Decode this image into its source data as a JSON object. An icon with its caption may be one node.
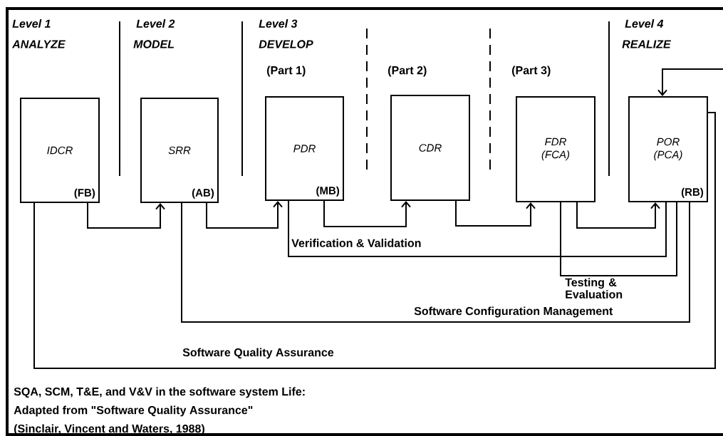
{
  "diagram": {
    "nodes": [
      {
        "text": [
          "IDCR",
          "(FB)"
        ]
      },
      {
        "text": [
          "SRR",
          "(AB)"
        ]
      },
      {
        "text": [
          "PDR",
          "(MB)"
        ]
      },
      {
        "text": [
          "CDR"
        ]
      },
      {
        "text": [
          "FDR (FCA)"
        ]
      },
      {
        "text": [
          "POR (PCA)",
          "(RB)"
        ]
      }
    ],
    "edges": [
      {
        "from": 0,
        "to": 1,
        "arrow": "to"
      },
      {
        "from": 1,
        "to": 2,
        "arrow": "to"
      },
      {
        "from": 2,
        "to": 3,
        "arrow": "to"
      },
      {
        "from": 3,
        "to": 4,
        "arrow": "to"
      },
      {
        "from": 4,
        "to": 5,
        "arrow": "to"
      },
      {
        "from": 2,
        "to": 5,
        "arrow": "none",
        "label": "Verification & Validation"
      },
      {
        "from": 4,
        "to": 5,
        "arrow": "none",
        "label": "Testing & Evaluation"
      },
      {
        "from": 1,
        "to": 5,
        "arrow": "none",
        "label": "Software Configuration Management"
      },
      {
        "from": 0,
        "to": 5,
        "arrow": "none",
        "label": "Software Quality Assurance"
      },
      {
        "from": null,
        "to": 5,
        "arrow": "to"
      }
    ],
    "labels": [
      "Level 1",
      "ANALYZE",
      "Level 2",
      "MODEL",
      "Level 3",
      "DEVELOP",
      "(Part 1)",
      "(Part 2)",
      "(Part 3)",
      "Level 4",
      "REALIZE",
      "SQA, SCM, T&E, and V&V in the software system Life:",
      "Adapted from \"Software Quality Assurance\"",
      "(Sinclair, Vincent and Waters, 1988)"
    ]
  }
}
